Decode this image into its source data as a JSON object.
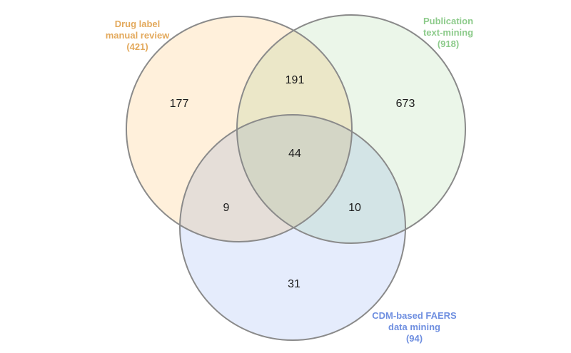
{
  "diagram": {
    "type": "venn-3",
    "sets": [
      {
        "id": "drug_label",
        "label_lines": [
          "Drug label",
          "manual review",
          "(421)"
        ],
        "name": "Drug label manual review",
        "total": 421,
        "label_color": "#E3A95C",
        "fill_color": "#FFEFD9",
        "stroke_color": "#8A8A8A"
      },
      {
        "id": "publication",
        "label_lines": [
          "Publication",
          "text-mining",
          "(918)"
        ],
        "name": "Publication text-mining",
        "total": 918,
        "label_color": "#8DCB8B",
        "fill_color": "#EAF6E8",
        "stroke_color": "#8A8A8A"
      },
      {
        "id": "faers",
        "label_lines": [
          "CDM-based FAERS",
          "data mining",
          "(94)"
        ],
        "name": "CDM-based FAERS data mining",
        "total": 94,
        "label_color": "#6F8FE0",
        "fill_color": "#E4EBFC",
        "stroke_color": "#8A8A8A"
      }
    ],
    "regions": {
      "drug_label_only": "177",
      "publication_only": "673",
      "faers_only": "31",
      "drug_label_and_publication": "191",
      "drug_label_and_faers": "9",
      "publication_and_faers": "10",
      "all_three": "44"
    }
  }
}
